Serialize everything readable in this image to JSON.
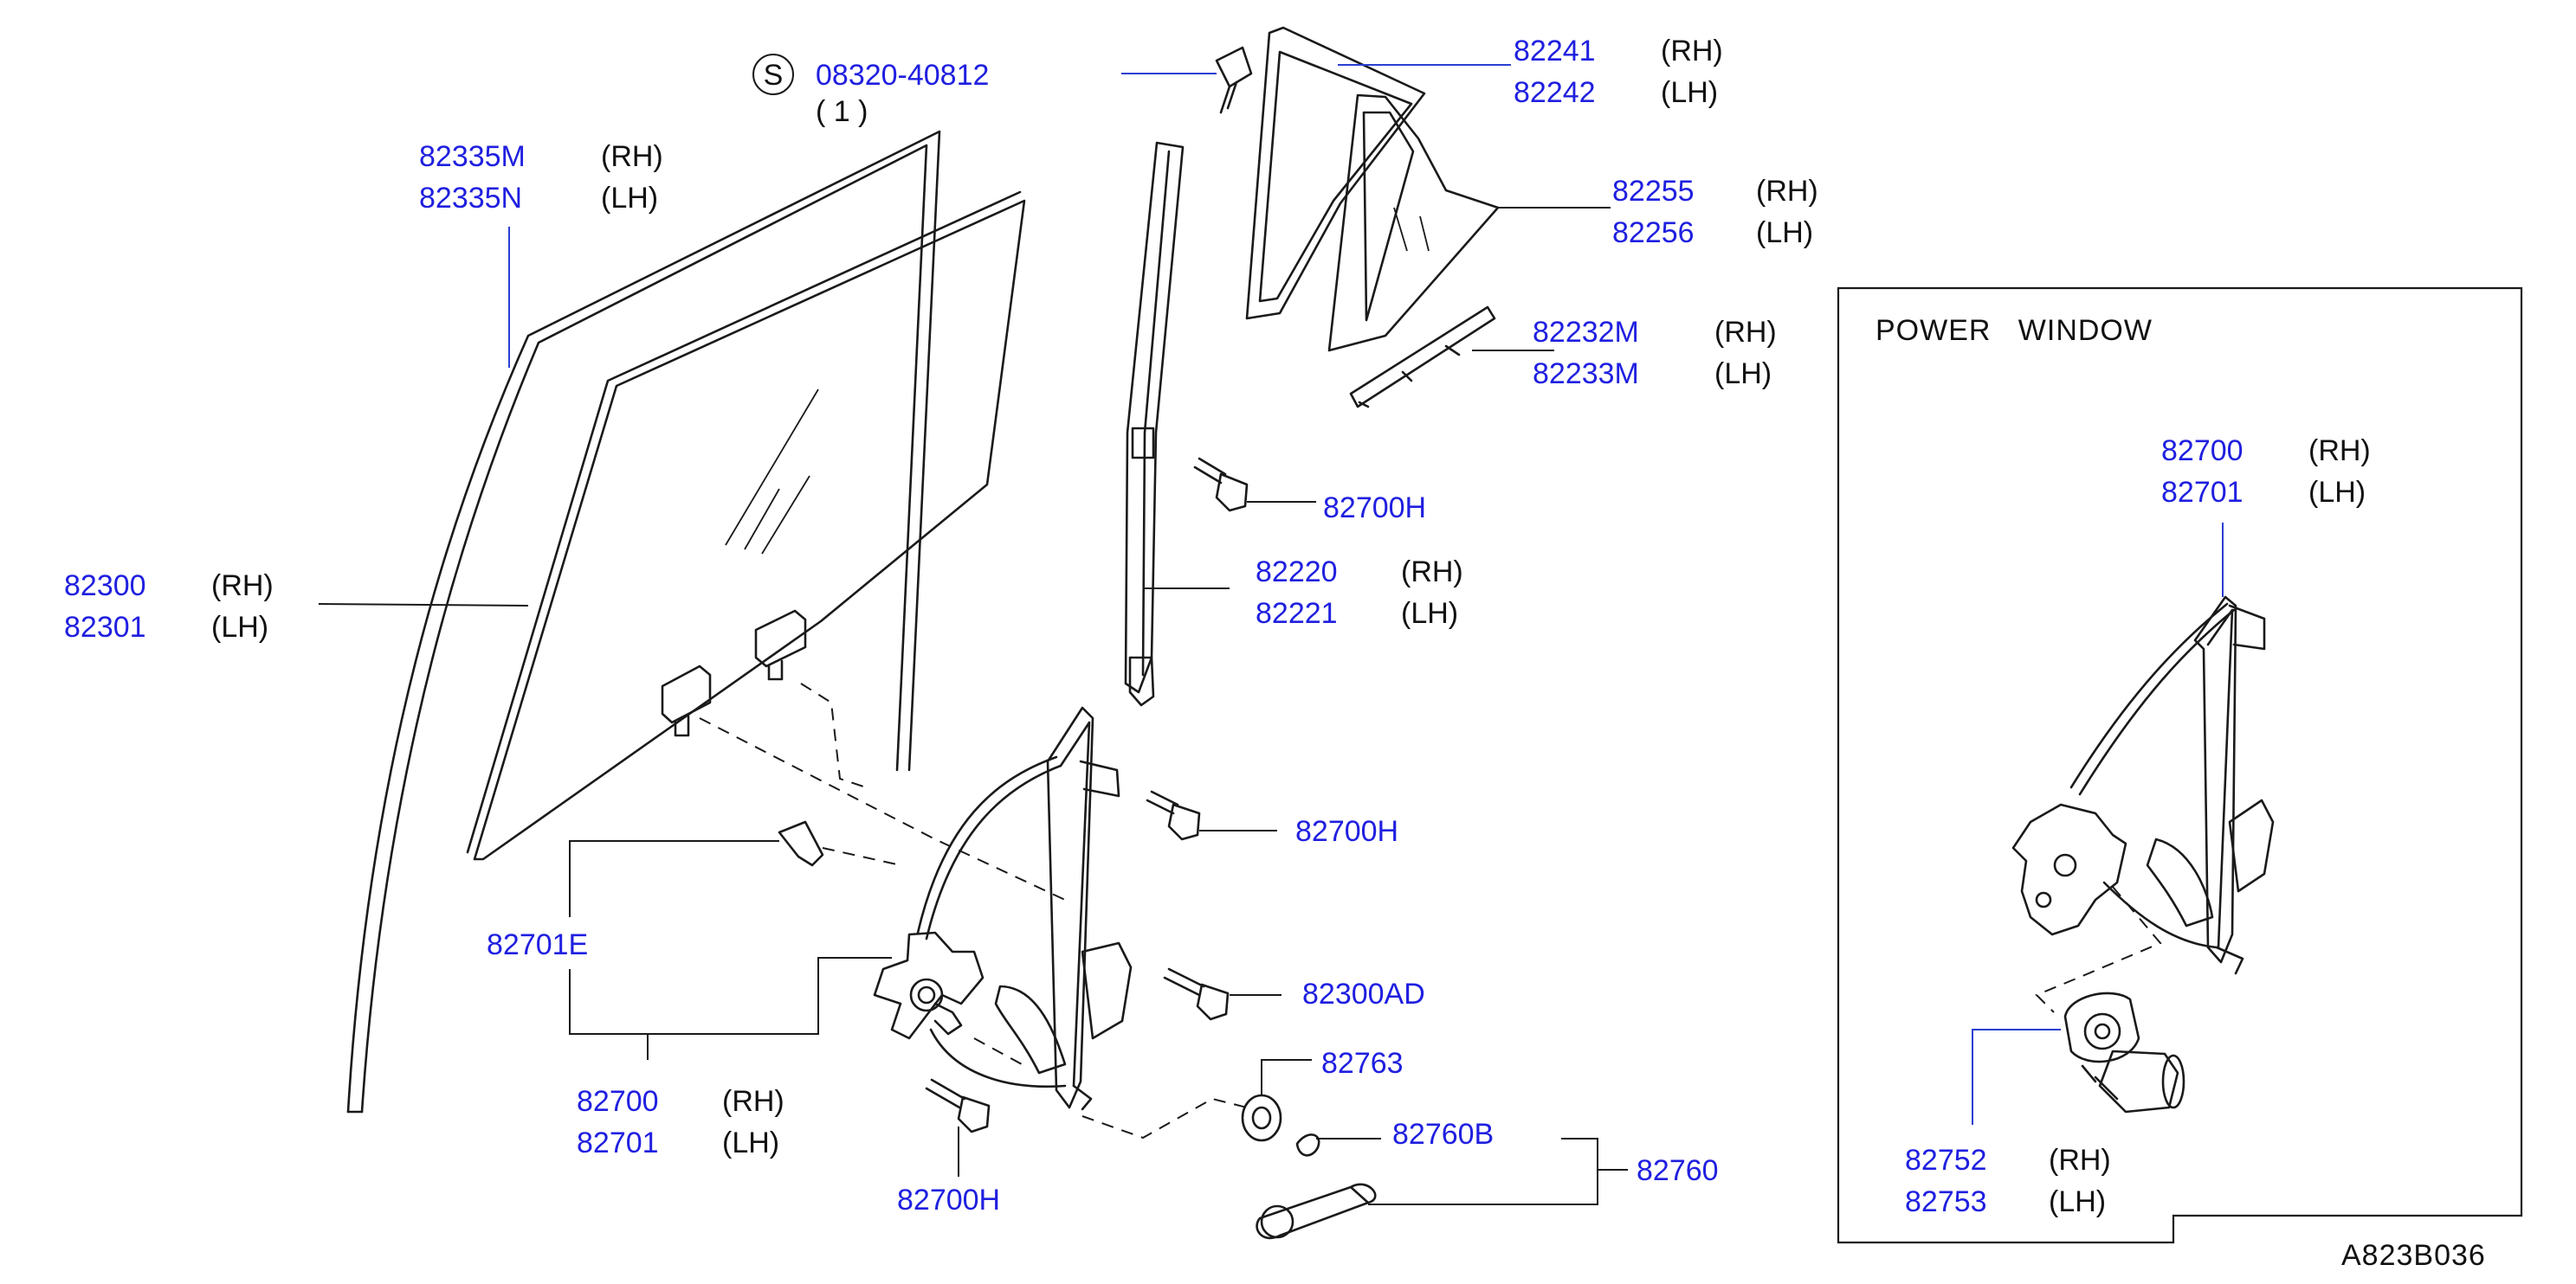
{
  "drawing_id": "A823B036",
  "inset_title": "POWER   WINDOW",
  "screw_symbol": "S",
  "screw_part": "08320-40812",
  "screw_qty": "(   1   )",
  "labels": {
    "p82241": "82241",
    "p82242": "82242",
    "p82255": "82255",
    "p82256": "82256",
    "p82232M": "82232M",
    "p82233M": "82233M",
    "p82335M": "82335M",
    "p82335N": "82335N",
    "p82300": "82300",
    "p82301": "82301",
    "p82700H_a": "82700H",
    "p82700H_b": "82700H",
    "p82700H_c": "82700H",
    "p82220": "82220",
    "p82221": "82221",
    "p82701E": "82701E",
    "p82300AD": "82300AD",
    "p82700": "82700",
    "p82701": "82701",
    "p82763": "82763",
    "p82760B": "82760B",
    "p82760": "82760",
    "inset_82700": "82700",
    "inset_82701": "82701",
    "inset_82752": "82752",
    "inset_82753": "82753"
  },
  "sides": {
    "rh": "(RH)",
    "lh": "(LH)"
  },
  "colors": {
    "part_number": "#1f1fe0",
    "line": "#1a1a1a"
  }
}
